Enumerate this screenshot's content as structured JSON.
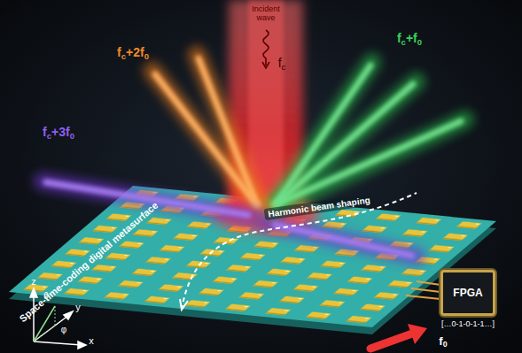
{
  "diagram": {
    "nodes": [
      {
        "text": [
          "FPGA"
        ]
      }
    ],
    "labels": [
      "Incident wave",
      "fc",
      "fc+2f0",
      "fc+f0",
      "fc+3f0",
      "Harmonic beam shaping",
      "Space-time-coding digital metasurface",
      "[…0-1-0-1-1…]",
      "f0",
      "z",
      "θ",
      "y",
      "φ",
      "x"
    ]
  }
}
